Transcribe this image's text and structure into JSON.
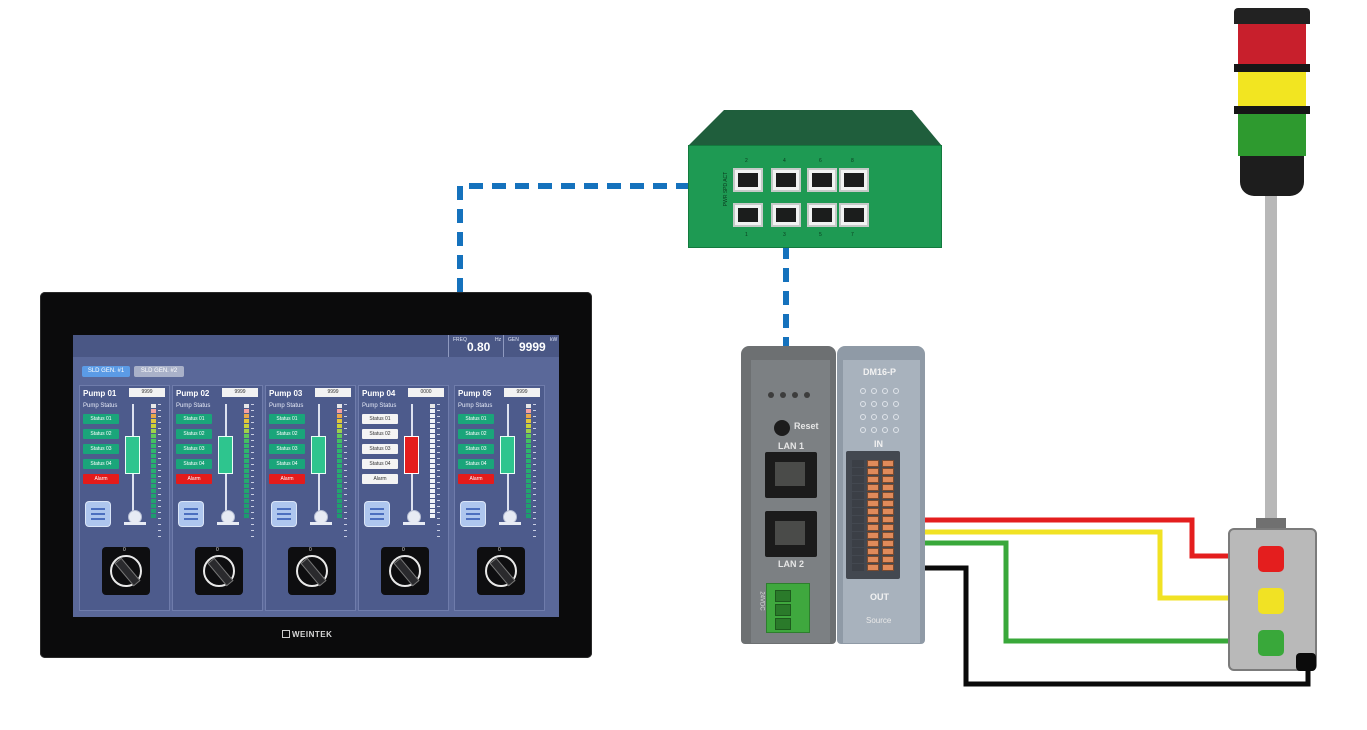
{
  "hmi": {
    "brand": "WEINTEK",
    "freq_label": "FREQ",
    "freq_value": "0.80",
    "freq_unit": "Hz",
    "gen_label": "GEN",
    "gen_value": "9999",
    "gen_unit": "kW",
    "tabs": [
      {
        "label": "SLD GEN. #1",
        "active": true
      },
      {
        "label": "SLD GEN. #2",
        "active": false
      }
    ],
    "pumps": [
      {
        "title": "Pump 01",
        "value": "9999",
        "status_label": "Pump Status",
        "statuses": [
          "Status 01",
          "Status 02",
          "Status 03",
          "Status 04"
        ],
        "alarm": "Alarm",
        "running": true
      },
      {
        "title": "Pump 02",
        "value": "9999",
        "status_label": "Pump Status",
        "statuses": [
          "Status 01",
          "Status 02",
          "Status 03",
          "Status 04"
        ],
        "alarm": "Alarm",
        "running": true
      },
      {
        "title": "Pump 03",
        "value": "9999",
        "status_label": "Pump Status",
        "statuses": [
          "Status 01",
          "Status 02",
          "Status 03",
          "Status 04"
        ],
        "alarm": "Alarm",
        "running": true
      },
      {
        "title": "Pump 04",
        "value": "0000",
        "status_label": "Pump Status",
        "statuses": [
          "Status 01",
          "Status 02",
          "Status 03",
          "Status 04"
        ],
        "alarm": "Alarm",
        "running": false
      },
      {
        "title": "Pump 05",
        "value": "9999",
        "status_label": "Pump Status",
        "statuses": [
          "Status 01",
          "Status 02",
          "Status 03",
          "Status 04"
        ],
        "alarm": "Alarm",
        "running": true
      }
    ],
    "knob_zero": "0"
  },
  "switch": {
    "top_ports": [
      "2",
      "4",
      "6",
      "8"
    ],
    "bottom_ports": [
      "1",
      "3",
      "5",
      "7"
    ],
    "color": "#1e9a53"
  },
  "controller": {
    "reset_label": "Reset",
    "lan1_label": "LAN 1",
    "lan2_label": "LAN 2",
    "power_label": "24VDC"
  },
  "io_module": {
    "model": "DM16-P",
    "in_label": "IN",
    "out_label": "OUT",
    "source_label": "Source"
  },
  "colors": {
    "ethernet": "#1572bd",
    "wire_red": "#e41e1e",
    "wire_yellow": "#f1e224",
    "wire_green": "#39a83a",
    "wire_black": "#0a0a0a",
    "tower_red": "#c81f2c",
    "tower_yellow": "#f2e521",
    "tower_green": "#2e9a2f"
  }
}
